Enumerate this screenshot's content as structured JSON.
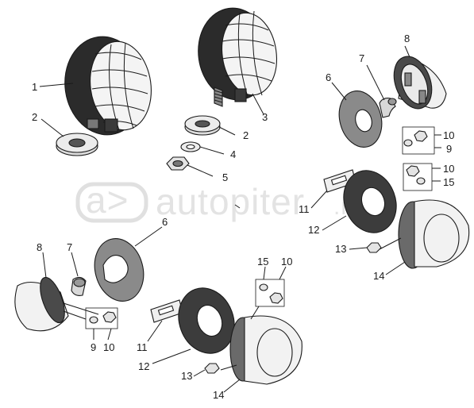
{
  "watermark": {
    "text": "autopiter",
    "suffix": ".ru"
  },
  "labels": {
    "l1": "1",
    "l2a": "2",
    "l3": "3",
    "l2b": "2",
    "l4": "4",
    "l5": "5",
    "l8a": "8",
    "l7a": "7",
    "l6a": "6",
    "l10a": "10",
    "l9a": "9",
    "l10b": "10",
    "l15a": "15",
    "l11a": "11",
    "l12a": "12",
    "l13a": "13",
    "l14a": "14",
    "l6b": "6",
    "l8b": "8",
    "l7b": "7",
    "l9b": "9",
    "l10c": "10",
    "l15b": "15",
    "l10d": "10",
    "l11b": "11",
    "l12b": "12",
    "l13b": "13",
    "l14b": "14"
  }
}
